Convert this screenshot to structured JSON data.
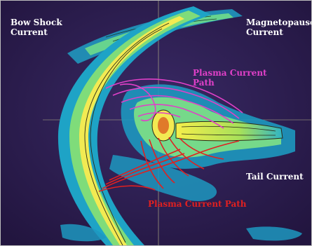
{
  "labels": {
    "bow_shock": "Bow Shock\nCurrent",
    "magnetopause": "Magnetopause\nCurrent",
    "plasma_upper": "Plasma Current\nPath",
    "tail": "Tail Current",
    "plasma_lower": "Plasma Current Path"
  },
  "colors": {
    "background": "#2a1a4e",
    "plasma_upper": "#e040c8",
    "plasma_lower": "#e02020",
    "contour_outer": "#1fa6c9",
    "contour_mid": "#7fe08a",
    "contour_inner": "#f4ef5a"
  }
}
